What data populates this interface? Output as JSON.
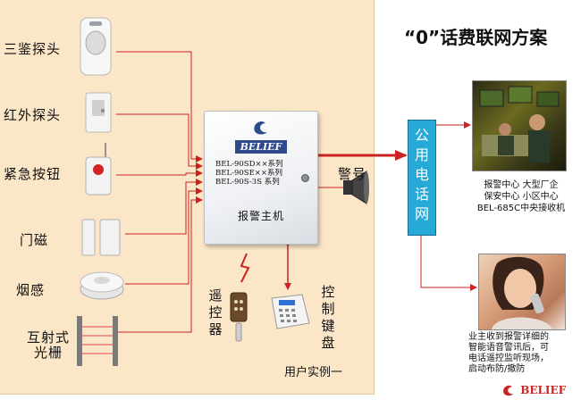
{
  "title": "“0”话费联网方案",
  "devices": [
    {
      "key": "pir",
      "label": "三鉴探头"
    },
    {
      "key": "ir",
      "label": "红外探头"
    },
    {
      "key": "panic",
      "label": "紧急按钮"
    },
    {
      "key": "door",
      "label": "门磁"
    },
    {
      "key": "smoke",
      "label": "烟感"
    },
    {
      "key": "beam",
      "label": "互射式光栅"
    }
  ],
  "host": {
    "logo": "BELIEF",
    "models": [
      "BEL-90SD××系列",
      "BEL-90SE××系列",
      "BEL-90S-3S   系列"
    ],
    "label": "报警主机"
  },
  "remote_label": "遥控器",
  "keypad_label": "控制键盘",
  "alarm_label": "警号",
  "case_label": "用户实例一",
  "pstn_label": "公用电话网",
  "center_caption": [
    "报警中心  大型厂企",
    "保安中心  小区中心",
    "BEL-685C中央接收机"
  ],
  "user_caption": [
    "业主收到报警详细的",
    "智能语音警讯后，可",
    "电话遥控监听现场，",
    "启动布防/撤防"
  ],
  "brand": "BELIEF",
  "colors": {
    "accent": "#cc2222",
    "panel": "#fbe6c8",
    "pstn": "#27a9d8"
  }
}
